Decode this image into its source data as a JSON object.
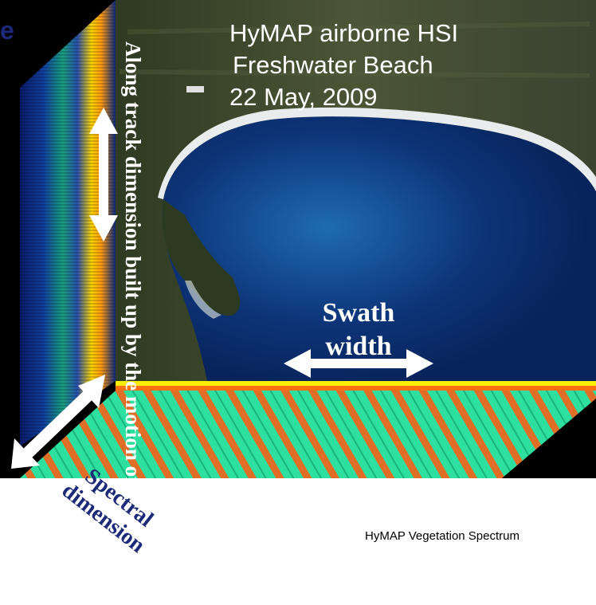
{
  "image": {
    "title_lines": [
      "HyMAP airborne HSI",
      "Freshwater Beach",
      "22 May, 2009"
    ],
    "edge_letter": "e",
    "along_track_label": "Along track dimension built up by the motion of the platform",
    "swath_label_lines": [
      "Swath",
      "width"
    ],
    "spectral_label_lines": [
      "Spectral",
      "dimension"
    ],
    "caption": "HyMAP Vegetation Spectrum"
  },
  "colors": {
    "ocean_deep": "#0a2a6b",
    "ocean_shallow": "#1e5ca0",
    "vegetation": "#3d4a2a",
    "sand": "#e8ecec",
    "cube_green": "#2ee0a0",
    "cube_orange": "#ff5a10",
    "cube_yellow": "#ffee00",
    "label_blue": "#1d2a7a"
  }
}
